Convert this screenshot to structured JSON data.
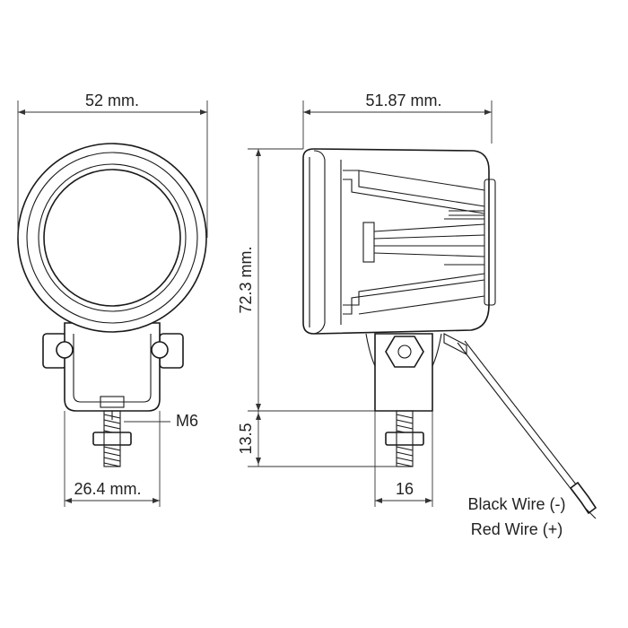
{
  "dimensions": {
    "front_width": "52 mm.",
    "side_depth": "51.87 mm.",
    "side_height": "72.3 mm.",
    "bolt_length": "13.5",
    "bracket_width": "26.4 mm.",
    "bolt_width": "16",
    "thread_size": "M6"
  },
  "wires": {
    "black": "Black Wire (-)",
    "red": "Red Wire (+)"
  },
  "colors": {
    "line": "#1a1a1a",
    "dimension": "#333333",
    "background": "#ffffff"
  }
}
